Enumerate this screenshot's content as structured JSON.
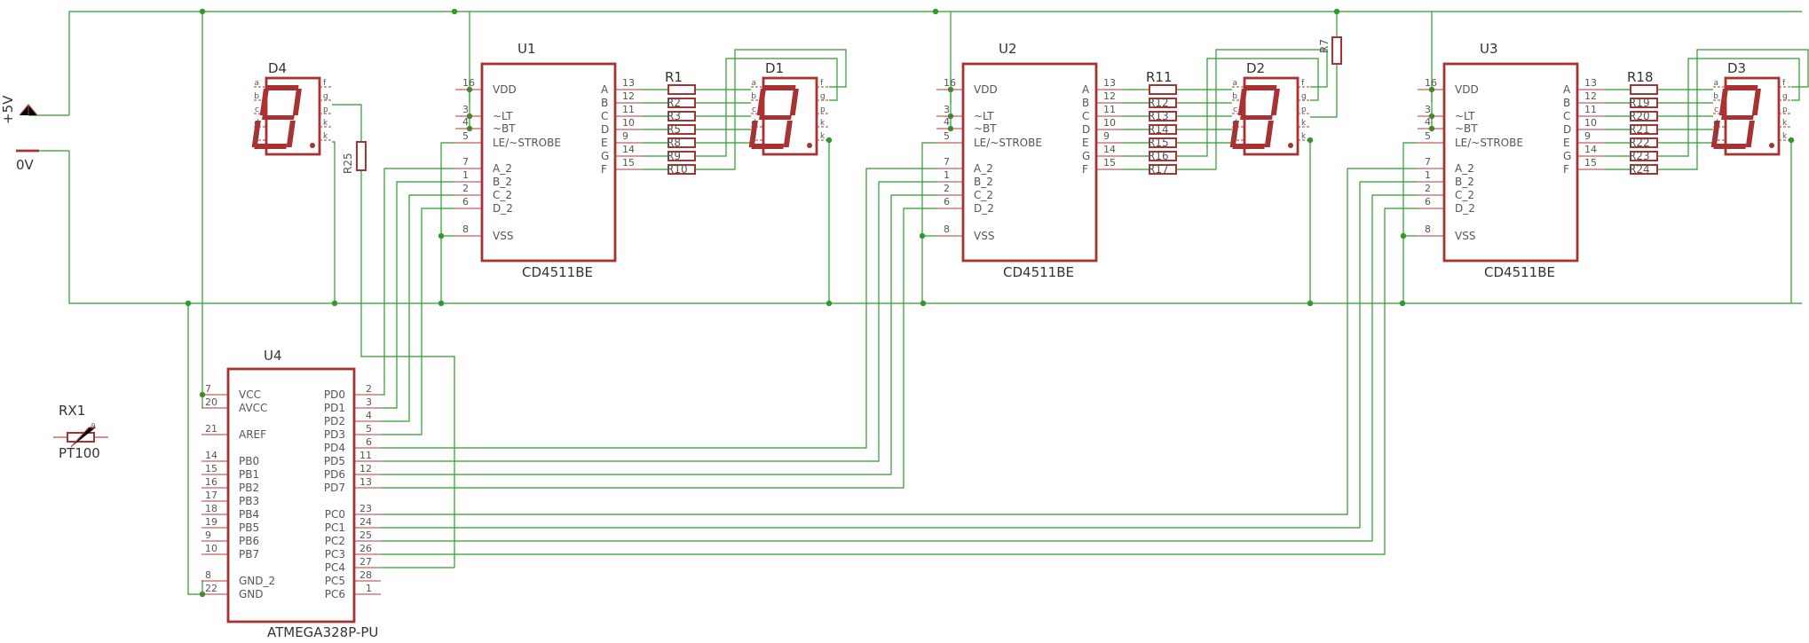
{
  "supply": {
    "vcc": "+5V",
    "gnd": "0V"
  },
  "decoder_part": "CD4511BE",
  "decoders": [
    {
      "ref": "U1",
      "value": "CD4511BE"
    },
    {
      "ref": "U2",
      "value": "CD4511BE"
    },
    {
      "ref": "U3",
      "value": "CD4511BE"
    }
  ],
  "decoder_left_pins": [
    {
      "num": "16",
      "label": "VDD"
    },
    {
      "num": "3",
      "label": "~LT"
    },
    {
      "num": "4",
      "label": "~BT"
    },
    {
      "num": "5",
      "label": "LE/~STROBE"
    },
    {
      "num": "7",
      "label": "A_2"
    },
    {
      "num": "1",
      "label": "B_2"
    },
    {
      "num": "2",
      "label": "C_2"
    },
    {
      "num": "6",
      "label": "D_2"
    },
    {
      "num": "8",
      "label": "VSS"
    }
  ],
  "decoder_right_pins": [
    {
      "num": "13",
      "label": "A"
    },
    {
      "num": "12",
      "label": "B"
    },
    {
      "num": "11",
      "label": "C"
    },
    {
      "num": "10",
      "label": "D"
    },
    {
      "num": "9",
      "label": "E"
    },
    {
      "num": "14",
      "label": "G"
    },
    {
      "num": "15",
      "label": "F"
    }
  ],
  "resistor_groups": [
    [
      "R1",
      "R2",
      "R3",
      "R5",
      "R8",
      "R9",
      "R10"
    ],
    [
      "R11",
      "R12",
      "R13",
      "R14",
      "R15",
      "R16",
      "R17"
    ],
    [
      "R18",
      "R19",
      "R20",
      "R21",
      "R22",
      "R23",
      "R24"
    ]
  ],
  "displays": [
    "D4",
    "D1",
    "D2",
    "D3"
  ],
  "display_pins_left": [
    "a",
    "b",
    "c",
    "d",
    "e"
  ],
  "display_pins_right": [
    "f",
    "g",
    "p",
    "k",
    "k"
  ],
  "other_resistors": [
    "R25",
    "R7"
  ],
  "mcu": {
    "ref": "U4",
    "value": "ATMEGA328P-PU",
    "left_pins": [
      {
        "num": "7",
        "label": "VCC"
      },
      {
        "num": "20",
        "label": "AVCC"
      },
      {
        "num": "21",
        "label": "AREF"
      },
      {
        "num": "14",
        "label": "PB0"
      },
      {
        "num": "15",
        "label": "PB1"
      },
      {
        "num": "16",
        "label": "PB2"
      },
      {
        "num": "17",
        "label": "PB3"
      },
      {
        "num": "18",
        "label": "PB4"
      },
      {
        "num": "19",
        "label": "PB5"
      },
      {
        "num": "9",
        "label": "PB6"
      },
      {
        "num": "10",
        "label": "PB7"
      },
      {
        "num": "8",
        "label": "GND_2"
      },
      {
        "num": "22",
        "label": "GND"
      }
    ],
    "right_pins": [
      {
        "num": "2",
        "label": "PD0"
      },
      {
        "num": "3",
        "label": "PD1"
      },
      {
        "num": "4",
        "label": "PD2"
      },
      {
        "num": "5",
        "label": "PD3"
      },
      {
        "num": "6",
        "label": "PD4"
      },
      {
        "num": "11",
        "label": "PD5"
      },
      {
        "num": "12",
        "label": "PD6"
      },
      {
        "num": "13",
        "label": "PD7"
      },
      {
        "num": "23",
        "label": "PC0"
      },
      {
        "num": "24",
        "label": "PC1"
      },
      {
        "num": "25",
        "label": "PC2"
      },
      {
        "num": "26",
        "label": "PC3"
      },
      {
        "num": "27",
        "label": "PC4"
      },
      {
        "num": "28",
        "label": "PC5"
      },
      {
        "num": "1",
        "label": "PC6"
      }
    ]
  },
  "sensor": {
    "ref": "RX1",
    "value": "PT100",
    "mark": "ϑ"
  },
  "colors": {
    "wire": "#2e9a2e",
    "part": "#a83232",
    "pin": "#b23a3a",
    "text": "#555555"
  }
}
